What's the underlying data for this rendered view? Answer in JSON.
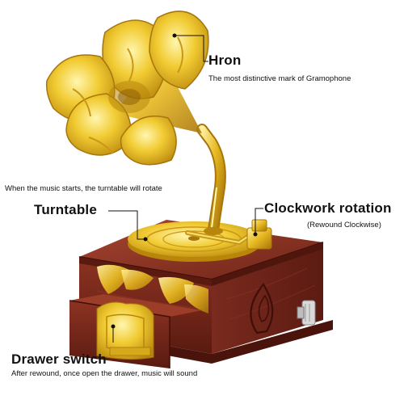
{
  "callouts": {
    "horn": {
      "title": "Hron",
      "description": "The most distinctive mark of Gramophone"
    },
    "turntable": {
      "note": "When the music starts, the turntable will rotate",
      "title": "Turntable"
    },
    "clockwork": {
      "title": "Clockwork rotation",
      "subtitle": "(Rewound Clockwise)"
    },
    "drawer": {
      "title": "Drawer switch",
      "description": "After rewound, once open the drawer, music will sound"
    }
  },
  "colors": {
    "gold_light": "#f7e36b",
    "gold": "#e6b820",
    "gold_dark": "#a8750a",
    "wood": "#7a2a1e",
    "wood_dark": "#4a140d",
    "wood_light": "#9c3d2a"
  }
}
